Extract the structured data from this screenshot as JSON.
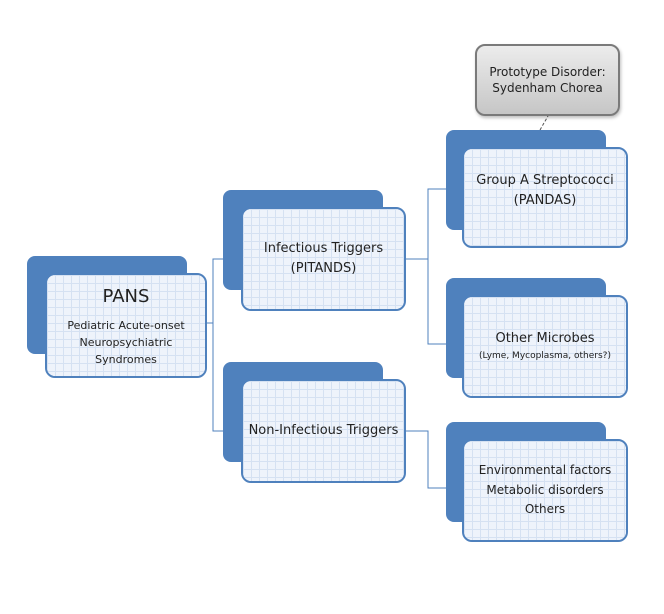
{
  "diagram": {
    "root": {
      "title": "PANS",
      "subtitle_line1": "Pediatric Acute-onset",
      "subtitle_line2": "Neuropsychiatric Syndromes"
    },
    "infectious": {
      "line1": "Infectious Triggers",
      "line2": "(PITANDS)"
    },
    "non_infectious": {
      "line1": "Non-Infectious Triggers"
    },
    "gas": {
      "line1": "Group A Streptococci",
      "line2": "(PANDAS)"
    },
    "other_microbes": {
      "line1": "Other Microbes",
      "line2": "(Lyme, Mycoplasma, others?)"
    },
    "environmental": {
      "line1": "Environmental factors",
      "line2": "Metabolic disorders",
      "line3": "Others"
    },
    "prototype": {
      "line1": "Prototype Disorder:",
      "line2": "Sydenham Chorea"
    }
  },
  "colors": {
    "shadow_blue": "#4f81bd",
    "box_border": "#4f81bd",
    "box_fill": "#eef3fb",
    "grid_line": "#d5e1f2",
    "connector": "#4f81bd",
    "prototype_fill": "#d9d9d9",
    "prototype_border": "#7a7a7a"
  }
}
